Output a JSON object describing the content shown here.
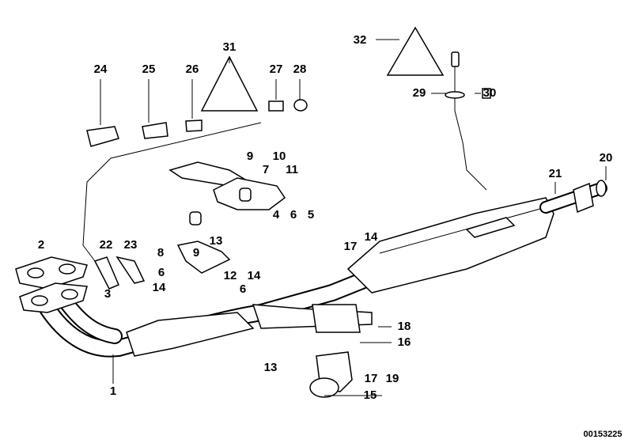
{
  "diagram": {
    "type": "exploded parts diagram",
    "labels": [
      "31",
      "32",
      "24",
      "25",
      "26",
      "27",
      "28",
      "29",
      "30",
      "9",
      "10",
      "7",
      "11",
      "20",
      "21",
      "2",
      "22",
      "23",
      "3",
      "8",
      "9",
      "13",
      "4",
      "6",
      "5",
      "17",
      "14",
      "6",
      "14",
      "12",
      "14",
      "6",
      "18",
      "16",
      "13",
      "17",
      "19",
      "15",
      "1"
    ],
    "drawing_code": "00153225"
  }
}
